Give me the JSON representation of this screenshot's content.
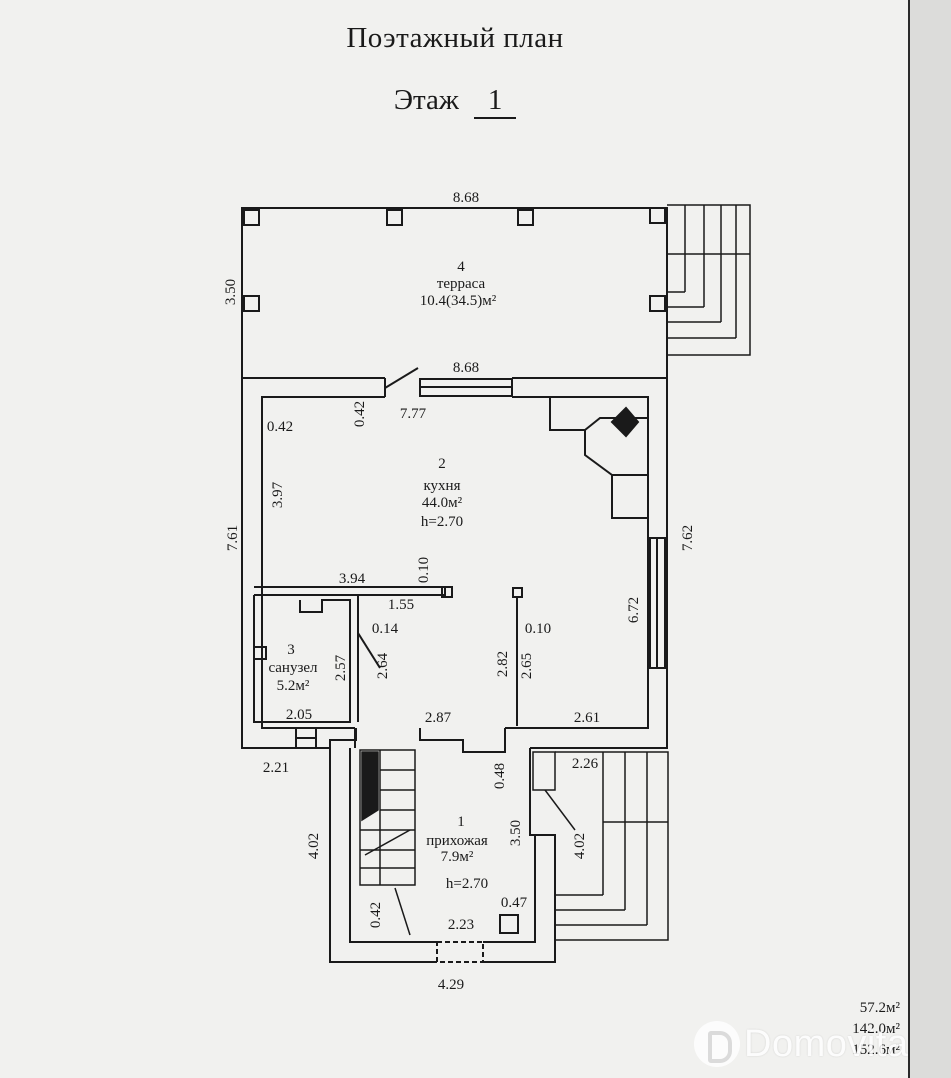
{
  "header": {
    "title": "Поэтажный план",
    "floor_label": "Этаж",
    "floor_number": "1"
  },
  "rooms": {
    "terrace": {
      "number": "4",
      "name": "терраса",
      "area": "10.4(34.5)м²"
    },
    "kitchen": {
      "number": "2",
      "name": "кухня",
      "area": "44.0м²",
      "height": "h=2.70"
    },
    "bathroom": {
      "number": "3",
      "name": "санузел",
      "area": "5.2м²"
    },
    "hallway": {
      "number": "1",
      "name": "прихожая",
      "area": "7.9м²",
      "height": "h=2.70"
    }
  },
  "dimensions": {
    "terrace_top": "8.68",
    "terrace_side": "3.50",
    "kitchen_top": "8.68",
    "door_gap": "7.77",
    "wall_042_a": "0.42",
    "wall_042_b": "0.42",
    "left_761": "7.61",
    "inner_397": "3.97",
    "right_762": "7.62",
    "inner_672": "6.72",
    "partition_394": "3.94",
    "partition_010_a": "0.10",
    "partition_155": "1.55",
    "partition_014": "0.14",
    "partition_010_b": "0.10",
    "bath_257": "2.57",
    "bath_264": "2.64",
    "hall_282": "2.82",
    "hall_265": "2.65",
    "bath_205": "2.05",
    "hall_287": "2.87",
    "hall_261": "2.61",
    "ext_221": "2.21",
    "ext_226": "2.26",
    "ext_048": "0.48",
    "hall_350": "3.50",
    "hall_402_left": "4.02",
    "hall_402_right": "4.02",
    "entry_042": "0.42",
    "entry_223": "2.23",
    "entry_047": "0.47",
    "entry_429": "4.29"
  },
  "totals": {
    "line1": "57.2м²",
    "line2": "142.0м²",
    "line3": "152.6м²"
  },
  "watermark": {
    "text": "Domovita"
  }
}
